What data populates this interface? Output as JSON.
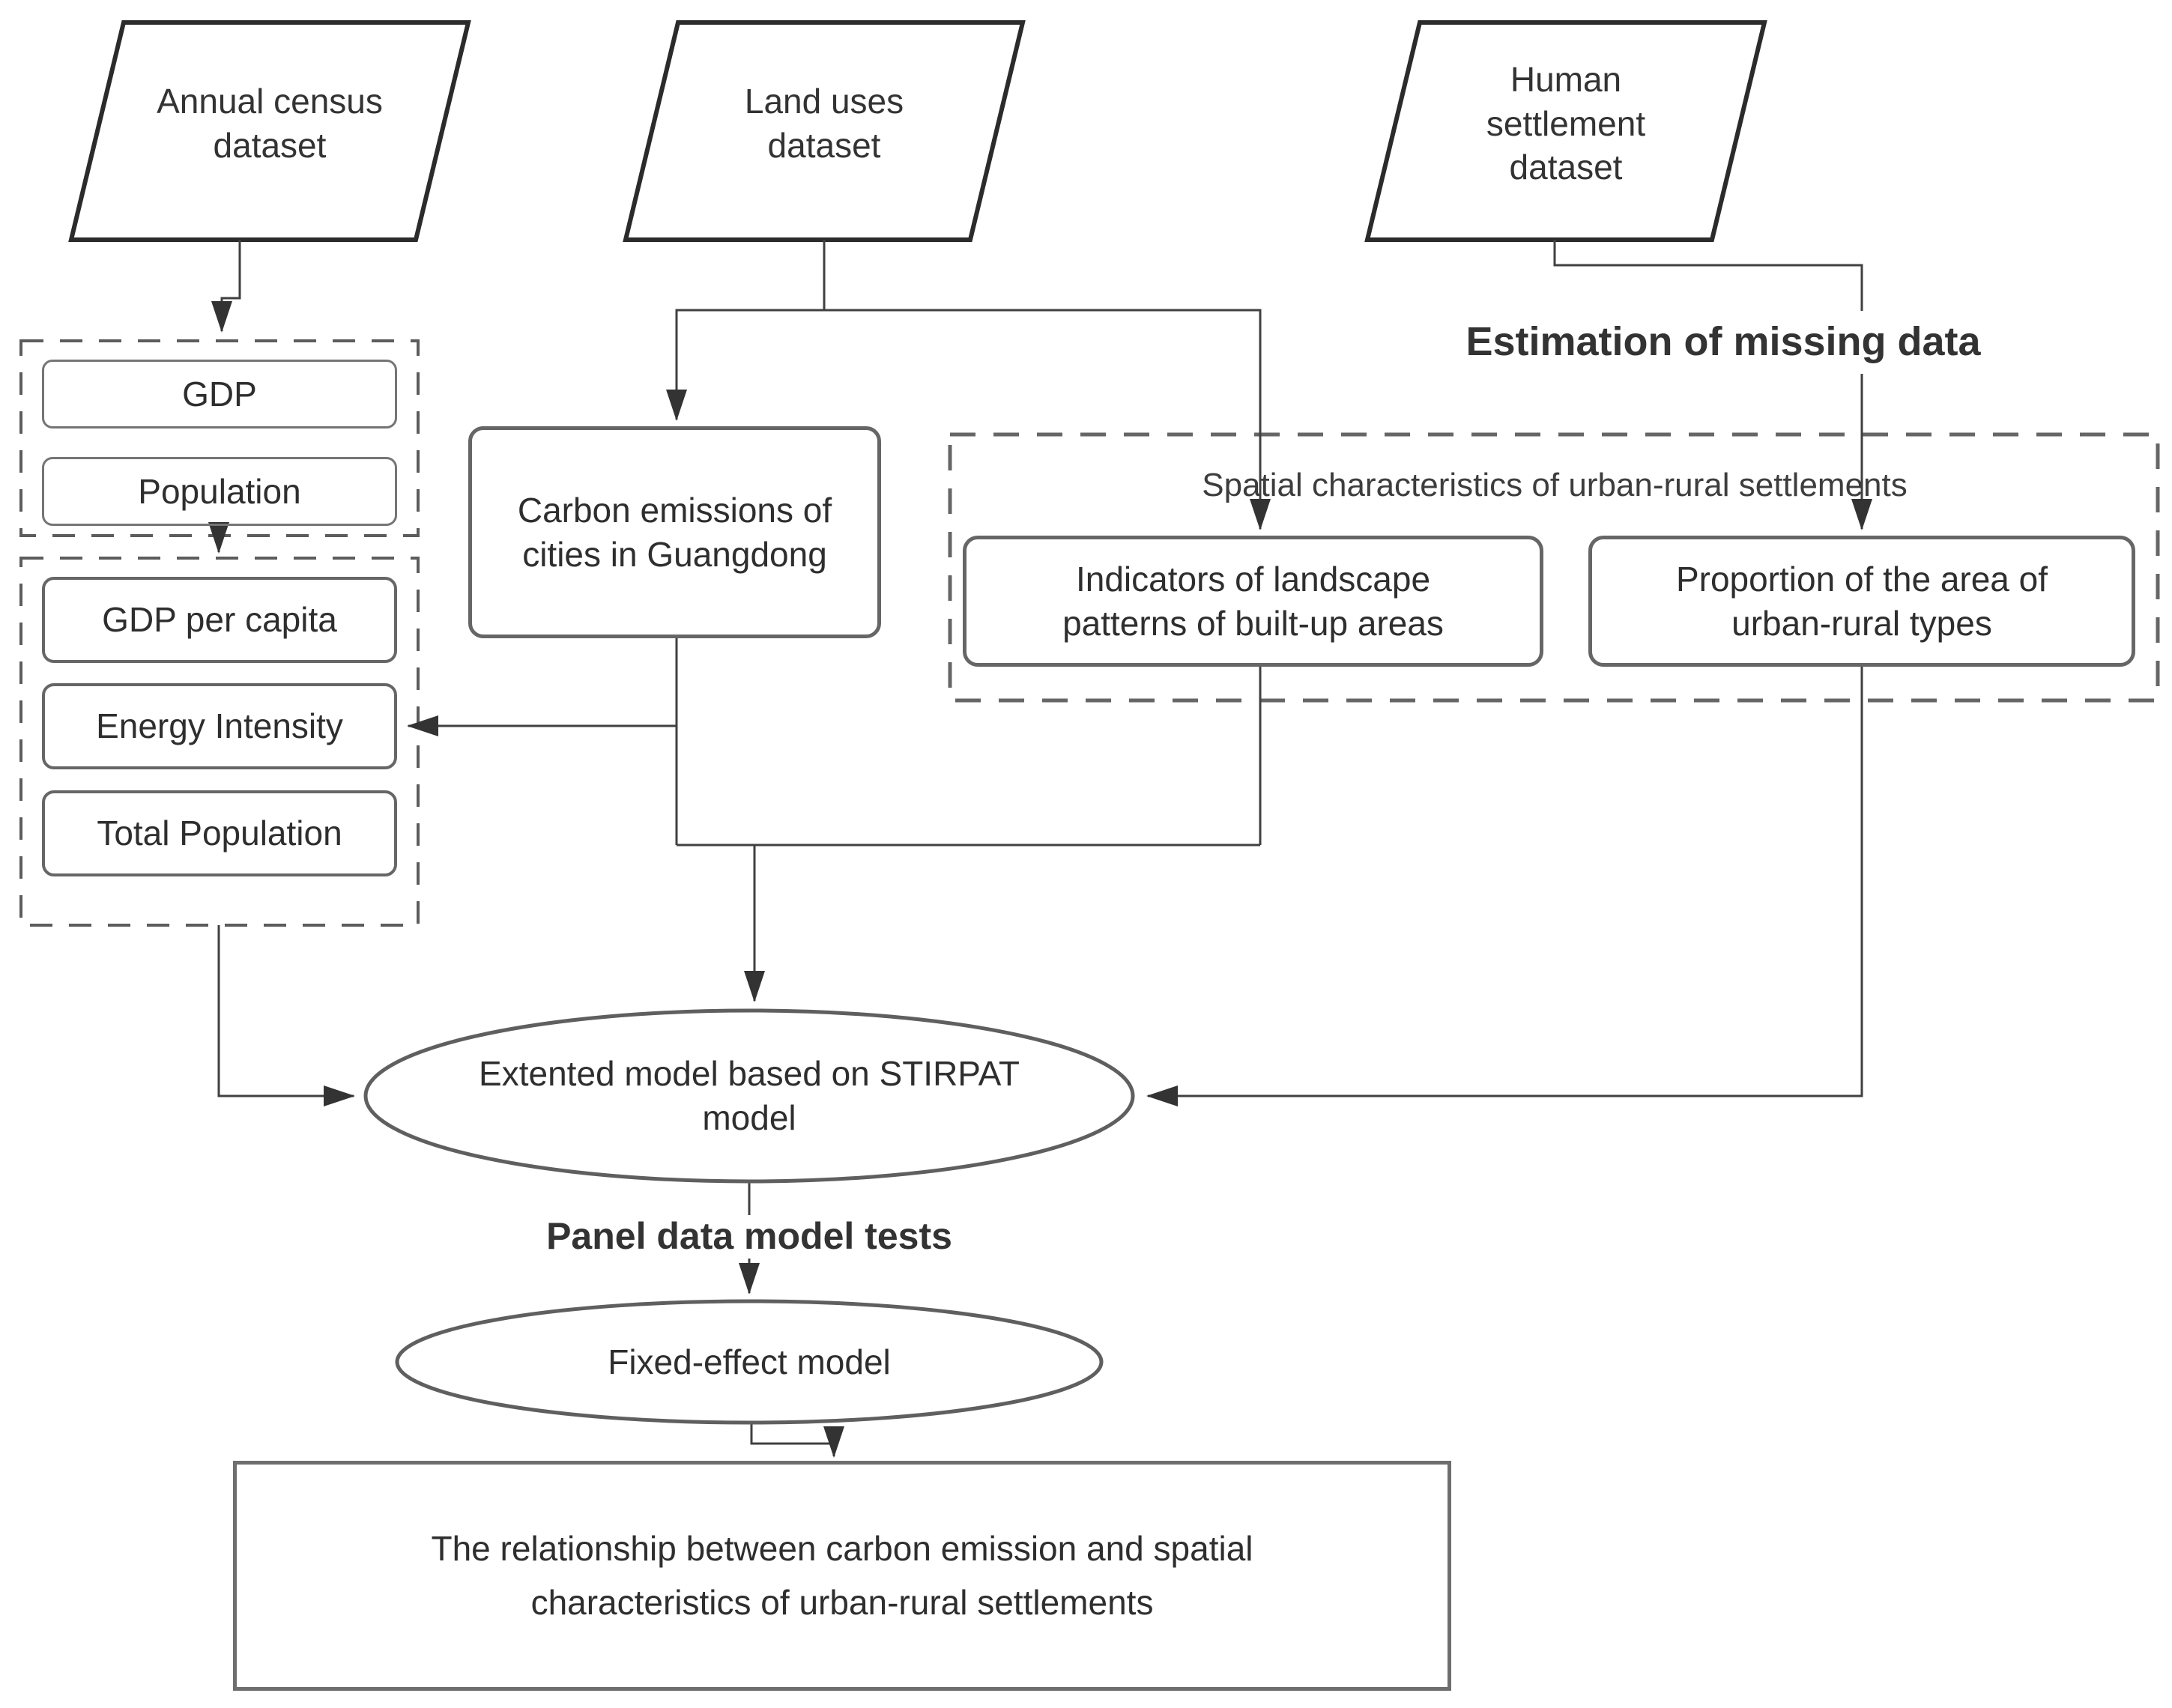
{
  "diagram": {
    "datasets": {
      "annual_census": "Annual census\ndataset",
      "land_uses": "Land uses\ndataset",
      "human_settlement": "Human\nsettlement\ndataset"
    },
    "census_indicators_raw": {
      "gdp": "GDP",
      "population": "Population"
    },
    "census_indicators_derived": {
      "gdp_per_capita": "GDP per capita",
      "energy_intensity": "Energy Intensity",
      "total_population": "Total Population"
    },
    "carbon_box": "Carbon emissions of\ncities in Guangdong",
    "estimation_label": "Estimation of missing data",
    "spatial_container": {
      "label": "Spatial characteristics of urban-rural settlements",
      "indicators_box": "Indicators of landscape\npatterns of built-up areas",
      "proportion_box": "Proportion of the area of\nurban-rural types"
    },
    "stirpat_ellipse": "Extented model based on STIRPAT\nmodel",
    "panel_tests_label": "Panel data model tests",
    "fixed_effect_ellipse": "Fixed-effect model",
    "result_box": "The relationship between carbon emission and spatial\ncharacteristics of urban-rural settlements"
  },
  "colors": {
    "line": "#404040",
    "arrowhead": "#333333",
    "parallelogram_border": "#2b2b2b",
    "box_border": "#666666",
    "dashed_border": "#5c5c5c",
    "text": "#2e2e2e",
    "background": "#ffffff"
  }
}
